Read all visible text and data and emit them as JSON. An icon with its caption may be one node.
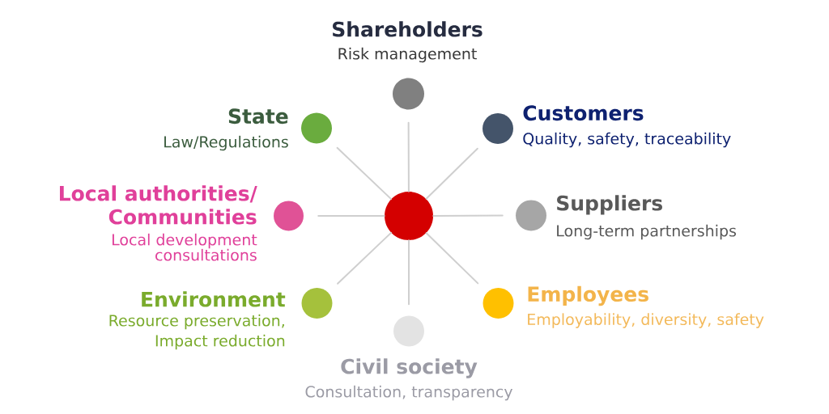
{
  "diagram": {
    "nodes": [
      {
        "text": [],
        "shape": "circle"
      },
      {
        "text": [],
        "shape": "circle",
        "beside": [
          "Shareholders",
          "Risk management"
        ]
      },
      {
        "text": [],
        "shape": "circle",
        "beside": [
          "Customers",
          "Quality, safety, traceability"
        ]
      },
      {
        "text": [],
        "shape": "circle",
        "beside": [
          "Suppliers",
          "Long-term partnerships"
        ]
      },
      {
        "text": [],
        "shape": "circle",
        "beside": [
          "Employees",
          "Employability, diversity, safety"
        ]
      },
      {
        "text": [],
        "shape": "circle",
        "beside": [
          "Civil society",
          "Consultation, transparency"
        ]
      },
      {
        "text": [],
        "shape": "circle",
        "beside": [
          "Environment",
          "Resource preservation, Impact reduction"
        ]
      },
      {
        "text": [],
        "shape": "circle",
        "beside": [
          "Local authorities/ Communities",
          "Local development consultations"
        ]
      },
      {
        "text": [],
        "shape": "circle",
        "beside": [
          "State",
          "Law/Regulations"
        ]
      }
    ],
    "edges": [
      {
        "from": 0,
        "to": 1,
        "arrow": "none"
      },
      {
        "from": 0,
        "to": 2,
        "arrow": "none"
      },
      {
        "from": 0,
        "to": 3,
        "arrow": "none"
      },
      {
        "from": 0,
        "to": 4,
        "arrow": "none"
      },
      {
        "from": 0,
        "to": 5,
        "arrow": "none"
      },
      {
        "from": 0,
        "to": 6,
        "arrow": "none"
      },
      {
        "from": 0,
        "to": 7,
        "arrow": "none"
      },
      {
        "from": 0,
        "to": 8,
        "arrow": "none"
      }
    ]
  }
}
